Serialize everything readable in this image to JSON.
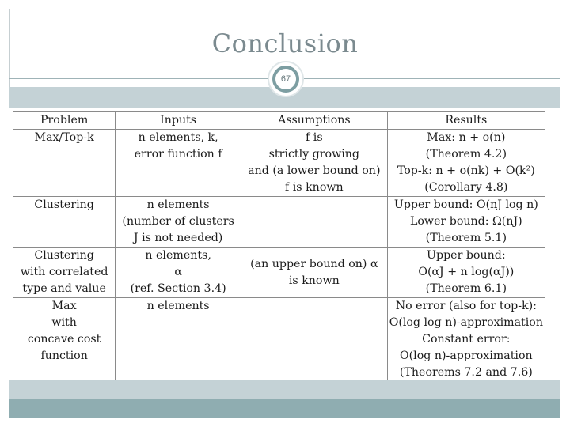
{
  "slide": {
    "title": "Conclusion",
    "page_number": "67"
  },
  "table": {
    "headers": [
      "Problem",
      "Inputs",
      "Assumptions",
      "Results"
    ],
    "rows": [
      {
        "problem": [
          "Max/Top-k"
        ],
        "inputs": [
          "n elements, k,",
          "error function f"
        ],
        "assumptions": [
          "f is",
          "strictly growing",
          "and (a lower bound on)",
          "f is known"
        ],
        "results": [
          "Max: n + o(n)",
          "(Theorem 4.2)",
          "Top-k: n + o(nk) + O(k²)",
          "(Corollary 4.8)"
        ]
      },
      {
        "problem": [
          "Clustering"
        ],
        "inputs": [
          "n elements",
          "(number of clusters",
          "J is not needed)"
        ],
        "assumptions": [],
        "results": [
          "Upper bound: O(nJ log n)",
          "Lower bound: Ω(nJ)",
          "(Theorem 5.1)"
        ]
      },
      {
        "problem": [
          "Clustering",
          "with correlated",
          "type and value"
        ],
        "inputs": [
          "n elements,",
          "α",
          "(ref. Section 3.4)"
        ],
        "assumptions": [
          "(an upper bound on) α",
          "is known"
        ],
        "results": [
          "Upper bound:",
          "O(αJ + n log(αJ))",
          "(Theorem 6.1)"
        ]
      },
      {
        "problem": [
          "Max",
          "with",
          "concave cost",
          "function"
        ],
        "inputs": [
          "n elements"
        ],
        "assumptions": [],
        "results": [
          "No error (also for top-k):",
          "O(log log n)-approximation",
          "Constant error:",
          "O(log n)-approximation",
          "(Theorems 7.2 and 7.6)"
        ]
      }
    ]
  }
}
